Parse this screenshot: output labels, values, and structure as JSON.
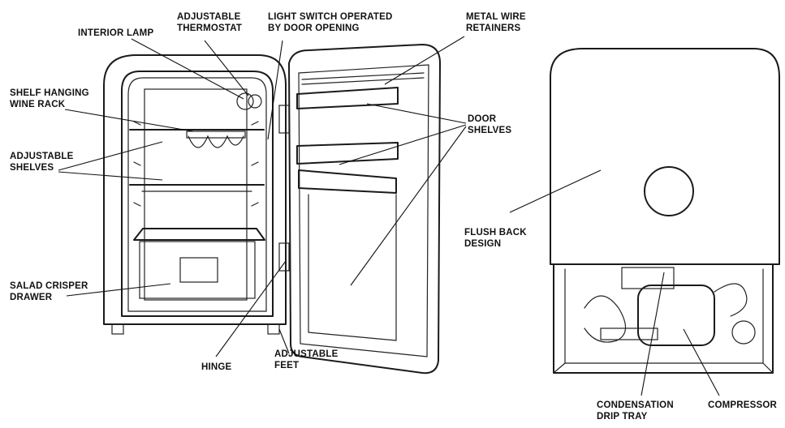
{
  "labels": {
    "interior_lamp": "INTERIOR LAMP",
    "adjustable_thermostat_1": "ADJUSTABLE",
    "adjustable_thermostat_2": "THERMOSTAT",
    "light_switch_1": "LIGHT SWITCH OPERATED",
    "light_switch_2": "BY DOOR OPENING",
    "metal_wire_1": "METAL WIRE",
    "metal_wire_2": "RETAINERS",
    "shelf_wine_1": "SHELF HANGING",
    "shelf_wine_2": "WINE RACK",
    "adjustable_shelves_1": "ADJUSTABLE",
    "adjustable_shelves_2": "SHELVES",
    "door_shelves_1": "DOOR",
    "door_shelves_2": "SHELVES",
    "flush_back_1": "FLUSH BACK",
    "flush_back_2": "DESIGN",
    "salad_crisper_1": "SALAD CRISPER",
    "salad_crisper_2": "DRAWER",
    "hinge": "HINGE",
    "adjustable_feet_1": "ADJUSTABLE",
    "adjustable_feet_2": "FEET",
    "condensation_1": "CONDENSATION",
    "condensation_2": "DRIP TRAY",
    "compressor": "COMPRESSOR"
  }
}
